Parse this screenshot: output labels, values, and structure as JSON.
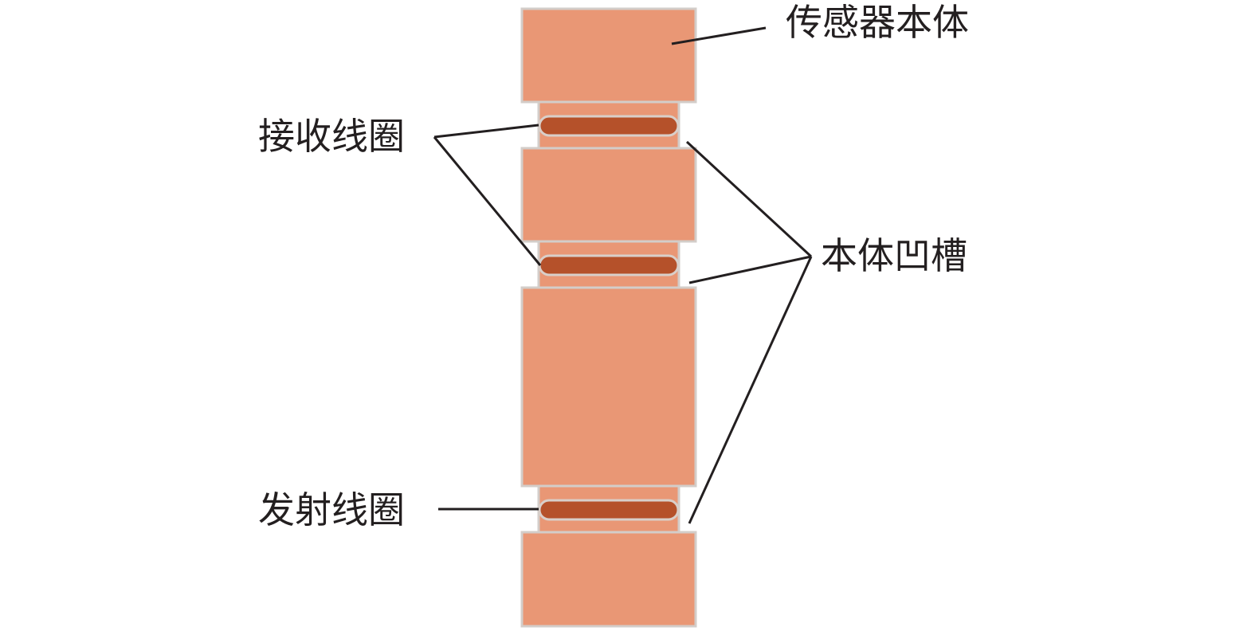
{
  "labels": {
    "sensor_body": "传感器本体",
    "receive_coil": "接收线圈",
    "body_groove": "本体凹槽",
    "transmit_coil": "发射线圈"
  },
  "colors": {
    "body": "#e99775",
    "coil": "#b5512a",
    "outline": "#d3cdc9",
    "text": "#231f20"
  }
}
